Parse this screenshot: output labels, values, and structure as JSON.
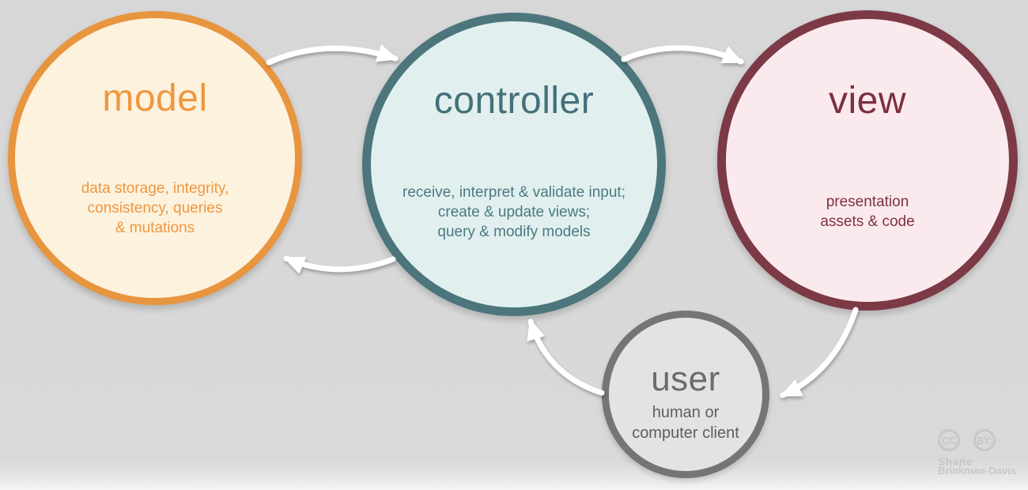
{
  "diagram": {
    "background_color": "#D8D8D8",
    "arrow_color": "#FFFFFF",
    "nodes": {
      "model": {
        "label": "model",
        "lines": [
          "data storage, integrity,",
          "consistency, queries",
          "& mutations"
        ],
        "border_color": "#E8953F",
        "fill_color": "#FCF2DE",
        "text_color": "#EF9740"
      },
      "controller": {
        "label": "controller",
        "lines": [
          "receive, interpret & validate input;",
          "create & update views;",
          "query & modify models"
        ],
        "border_color": "#4C767B",
        "fill_color": "#E1F0EE",
        "text_color": "#44707A"
      },
      "view": {
        "label": "view",
        "lines": [
          "presentation",
          "assets & code"
        ],
        "border_color": "#7C3A46",
        "fill_color": "#FBEAED",
        "text_color": "#7B2F3F"
      },
      "user": {
        "label": "user",
        "lines": [
          "human or",
          "computer client"
        ],
        "border_color": "#757575",
        "fill_color": "#E3E3E3",
        "text_color": "#6B6B6B"
      }
    },
    "edges": [
      {
        "from": "model",
        "to": "controller"
      },
      {
        "from": "controller",
        "to": "view"
      },
      {
        "from": "controller",
        "to": "model"
      },
      {
        "from": "view",
        "to": "user"
      },
      {
        "from": "user",
        "to": "controller"
      }
    ]
  },
  "attribution": {
    "cc_label": "CC",
    "by_label": "BY:",
    "name_line1": "Shane",
    "name_line2": "Brinkman-Davis",
    "color": "#C7C7C7"
  }
}
